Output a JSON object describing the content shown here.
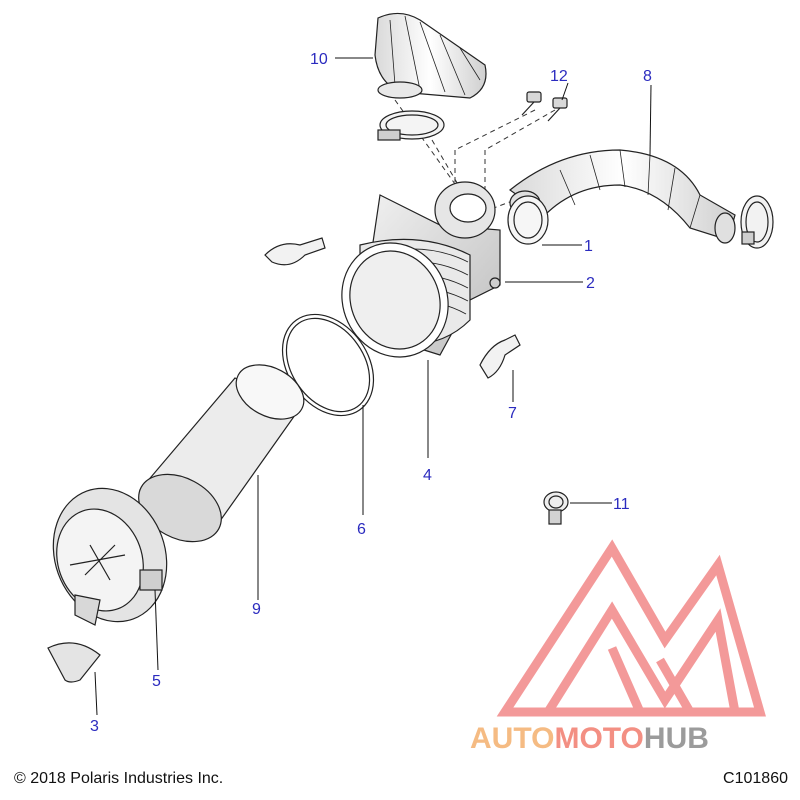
{
  "callouts": [
    {
      "id": "1",
      "label": "1"
    },
    {
      "id": "2",
      "label": "2"
    },
    {
      "id": "3",
      "label": "3"
    },
    {
      "id": "4",
      "label": "4"
    },
    {
      "id": "5",
      "label": "5"
    },
    {
      "id": "6",
      "label": "6"
    },
    {
      "id": "7",
      "label": "7"
    },
    {
      "id": "8",
      "label": "8"
    },
    {
      "id": "9",
      "label": "9"
    },
    {
      "id": "10",
      "label": "10"
    },
    {
      "id": "11",
      "label": "11"
    },
    {
      "id": "12",
      "label": "12"
    }
  ],
  "footer": {
    "copyright": "© 2018 Polaris Industries Inc.",
    "code": "C101860"
  },
  "watermark": {
    "part1": "AUTO",
    "part2": "MOTO",
    "part3": "HUB",
    "colors": {
      "auto": "#f2a55a",
      "moto": "#f06a5a",
      "hub": "#7a7a7a",
      "logo": "#f07878"
    }
  },
  "colors": {
    "callout": "#2b2bbf",
    "line": "#1a1a1a"
  }
}
